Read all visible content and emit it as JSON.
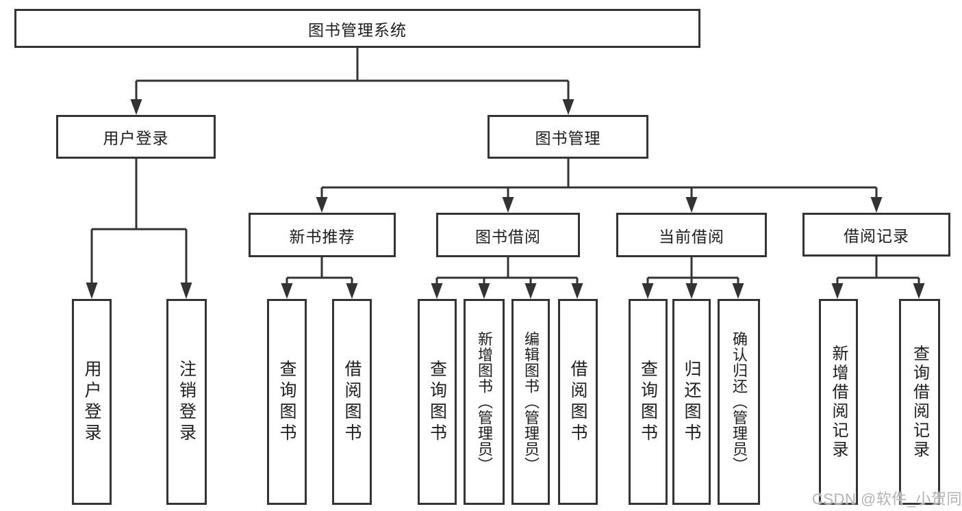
{
  "colors": {
    "line": "#333333",
    "text": "#1d1d1d",
    "box_background": "#ffffff",
    "watermark": "#b3b3b3"
  },
  "watermark": {
    "text": "CSDN @软件_小贺同学"
  },
  "tree": {
    "root": {
      "label": "图书管理系统"
    },
    "level2": [
      {
        "label": "用户登录",
        "children": [
          {
            "label": "用户登录"
          },
          {
            "label": "注销登录"
          }
        ]
      },
      {
        "label": "图书管理",
        "children": [
          {
            "label": "新书推荐",
            "children": [
              {
                "label": "查询图书"
              },
              {
                "label": "借阅图书"
              }
            ]
          },
          {
            "label": "图书借阅",
            "children": [
              {
                "label": "查询图书"
              },
              {
                "label": "新增图书（管理员）"
              },
              {
                "label": "编辑图书（管理员）"
              },
              {
                "label": "借阅图书"
              }
            ]
          },
          {
            "label": "当前借阅",
            "children": [
              {
                "label": "查询图书"
              },
              {
                "label": "归还图书"
              },
              {
                "label": "确认归还（管理员）"
              }
            ]
          },
          {
            "label": "借阅记录",
            "children": [
              {
                "label": "新增借阅记录"
              },
              {
                "label": "查询借阅记录"
              }
            ]
          }
        ]
      }
    ]
  }
}
